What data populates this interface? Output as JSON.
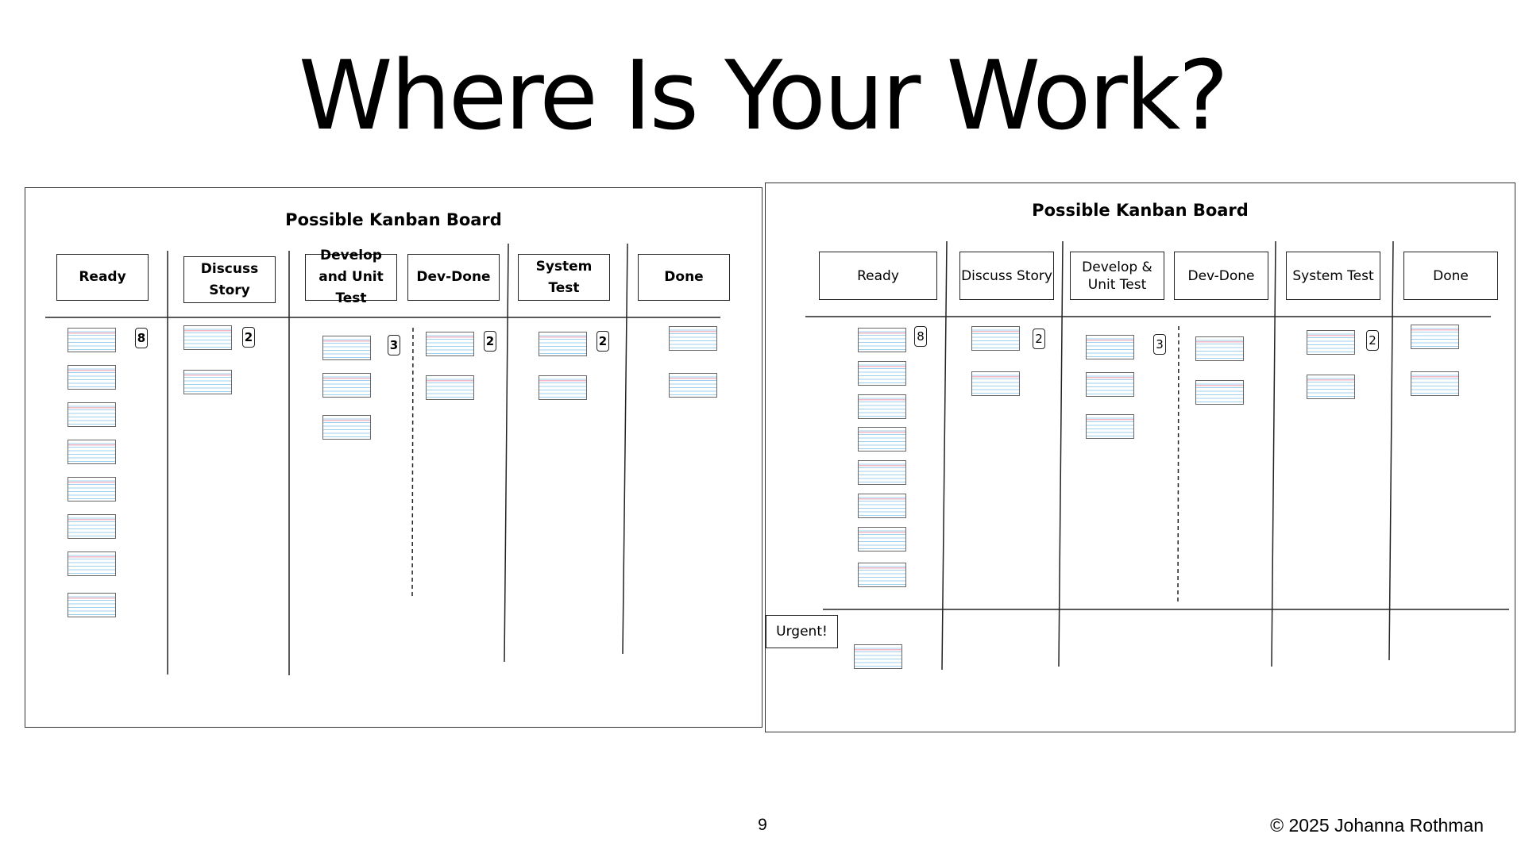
{
  "slide": {
    "title": "Where Is Your Work?",
    "page_number": "9",
    "copyright": "© 2025 Johanna Rothman"
  },
  "boards": [
    {
      "title": "Possible Kanban Board",
      "columns": [
        {
          "label": "Ready",
          "wip_limit": "8",
          "cards": 8
        },
        {
          "label": "Discuss Story",
          "wip_limit": "2",
          "cards": 2
        },
        {
          "label": "Develop and Unit Test",
          "wip_limit": "3",
          "cards": 3
        },
        {
          "label": "Dev-Done",
          "wip_limit": "2",
          "cards": 2
        },
        {
          "label": "System Test",
          "wip_limit": "2",
          "cards": 2
        },
        {
          "label": "Done",
          "wip_limit": "",
          "cards": 2
        }
      ]
    },
    {
      "title": "Possible Kanban Board",
      "columns": [
        {
          "label": "Ready",
          "wip_limit": "8",
          "cards": 8
        },
        {
          "label": "Discuss Story",
          "wip_limit": "2",
          "cards": 2
        },
        {
          "label": "Develop & Unit Test",
          "wip_limit": "3",
          "cards": 3
        },
        {
          "label": "Dev-Done",
          "wip_limit": "",
          "cards": 2
        },
        {
          "label": "System Test",
          "wip_limit": "2",
          "cards": 2
        },
        {
          "label": "Done",
          "wip_limit": "",
          "cards": 2
        }
      ],
      "urgent_lane": {
        "label": "Urgent!",
        "cards": 1
      }
    }
  ]
}
